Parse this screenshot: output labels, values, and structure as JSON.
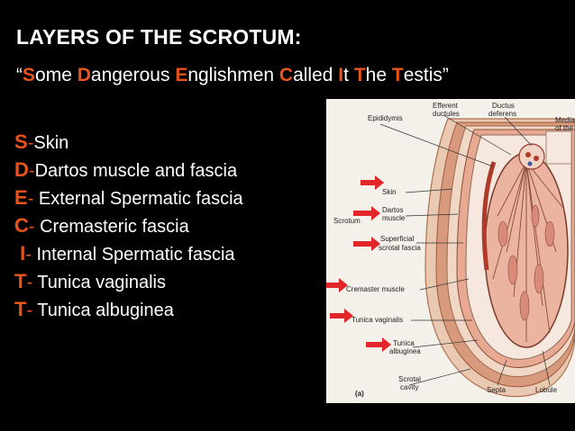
{
  "title": "LAYERS OF THE SCROTUM:",
  "mnemonic": {
    "open_quote": "“",
    "close_quote": "”",
    "words": [
      {
        "letter": "S",
        "rest": "ome"
      },
      {
        "letter": "D",
        "rest": "angerous"
      },
      {
        "letter": "E",
        "rest": "nglishmen"
      },
      {
        "letter": "C",
        "rest": "alled"
      },
      {
        "letter": "I",
        "rest": "t"
      },
      {
        "letter": "T",
        "rest": "he"
      },
      {
        "letter": "T",
        "rest": "estis"
      }
    ]
  },
  "layers": [
    {
      "letter": "S",
      "sep": "-",
      "text": "Skin"
    },
    {
      "letter": "D",
      "sep": "-",
      "text": "Dartos muscle and fascia"
    },
    {
      "letter": "E",
      "sep": "- ",
      "text": "External Spermatic fascia"
    },
    {
      "letter": "C",
      "sep": "- ",
      "text": "Cremasteric fascia"
    },
    {
      "letter": " I",
      "sep": "- ",
      "text": "Internal Spermatic fascia"
    },
    {
      "letter": "T",
      "sep": "- ",
      "text": "Tunica vaginalis"
    },
    {
      "letter": "T",
      "sep": "- ",
      "text": "Tunica albuginea"
    }
  ],
  "colors": {
    "accent": "#e8541b",
    "arrow": "#e3262a",
    "background": "#000000"
  },
  "figure": {
    "labels": {
      "epididymis": "Epididymis",
      "efferent": "Efferent",
      "ductules": "ductules",
      "ductus": "Ductus",
      "deferens": "deferens",
      "media": "Media",
      "of_the": "of the",
      "skin": "Skin",
      "dartos": "Dartos",
      "muscle": "muscle",
      "superficial": "Superficial",
      "scrotal_fascia": "scrotal fascia",
      "scrotum": "Scrotum",
      "cremaster": "Cremaster muscle",
      "tunica_vaginalis": "Tunica vaginalis",
      "tunica": "Tunica",
      "albuginea": "albuginea",
      "scrotal": "Scrotal",
      "cavity": "cavity",
      "septa": "Septa",
      "lobule": "Lobule",
      "panel": "(a)"
    }
  }
}
